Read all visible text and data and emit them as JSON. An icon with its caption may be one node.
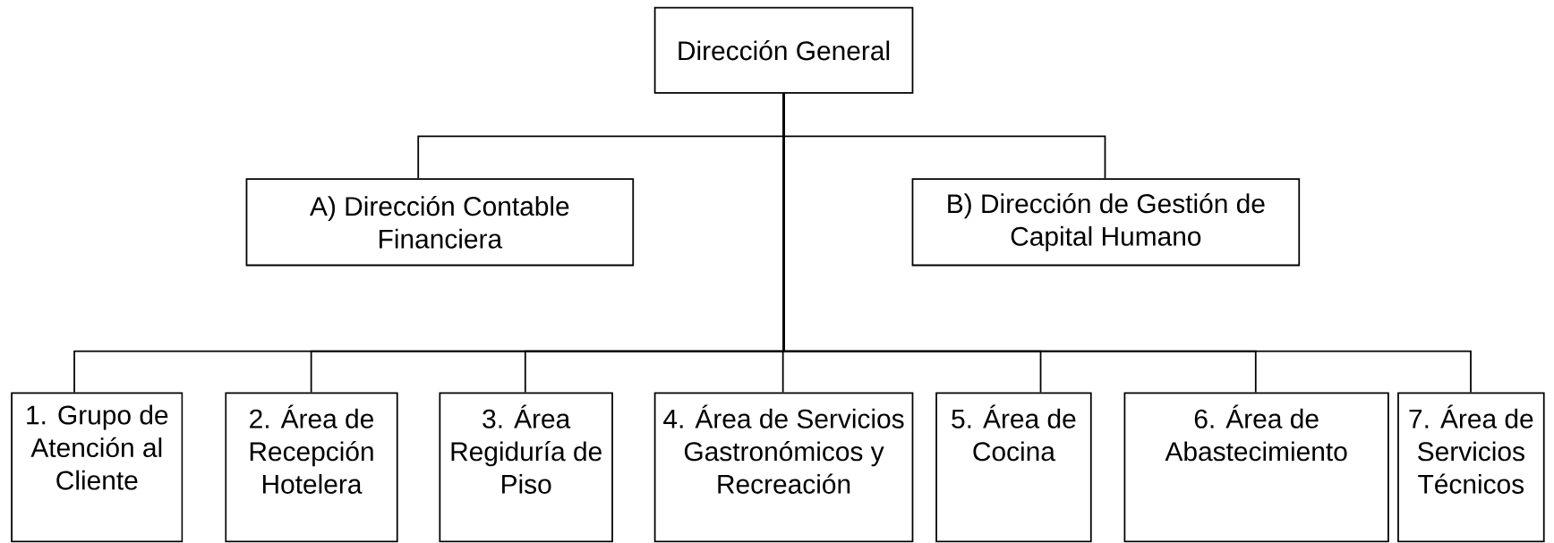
{
  "diagram": {
    "nodes": [
      {
        "text": [
          "Dirección General"
        ]
      },
      {
        "text": [
          "A) Dirección Contable Financiera"
        ]
      },
      {
        "text": [
          "B) Dirección de Gestión de Capital Humano"
        ]
      },
      {
        "text": [
          "1. Grupo de Atención al Cliente"
        ]
      },
      {
        "text": [
          "2. Área de Recepción Hotelera"
        ]
      },
      {
        "text": [
          "3. Área Regiduría de Piso"
        ]
      },
      {
        "text": [
          "4. Área de Servicios Gastronómicos y Recreación"
        ]
      },
      {
        "text": [
          "5. Área de Cocina"
        ]
      },
      {
        "text": [
          "6. Área de Abastecimiento"
        ]
      },
      {
        "text": [
          "7. Área de Servicios Técnicos"
        ]
      }
    ],
    "edges": [
      {
        "from": 0,
        "to": 1,
        "arrow": "none"
      },
      {
        "from": 0,
        "to": 2,
        "arrow": "none"
      },
      {
        "from": 0,
        "to": 3,
        "arrow": "none"
      },
      {
        "from": 0,
        "to": 4,
        "arrow": "none"
      },
      {
        "from": 0,
        "to": 5,
        "arrow": "none"
      },
      {
        "from": 0,
        "to": 6,
        "arrow": "none"
      },
      {
        "from": 0,
        "to": 7,
        "arrow": "none"
      },
      {
        "from": 0,
        "to": 8,
        "arrow": "none"
      },
      {
        "from": 0,
        "to": 9,
        "arrow": "none"
      }
    ]
  }
}
